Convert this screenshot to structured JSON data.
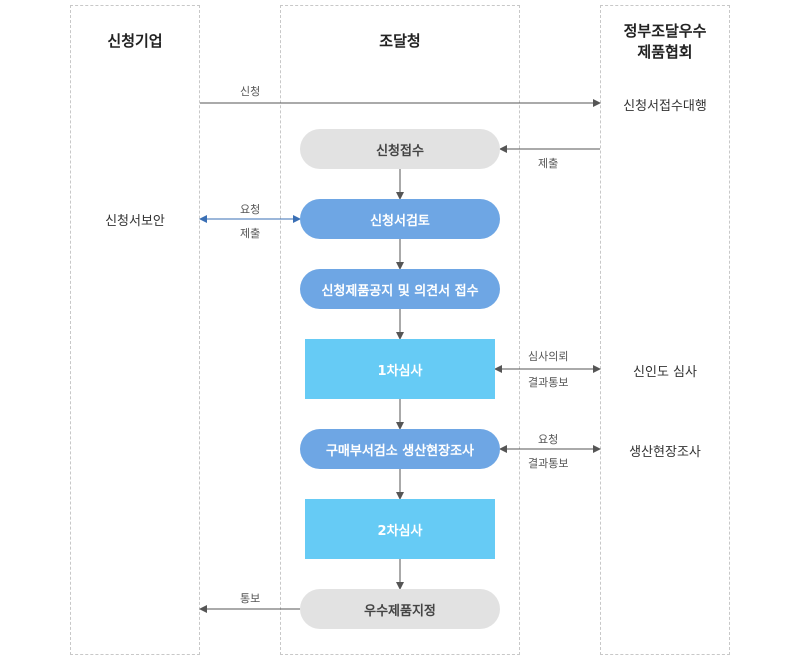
{
  "lanes": {
    "applicant": "신청기업",
    "agency": "조달청",
    "association_line1": "정부조달우수",
    "association_line2": "제품협회"
  },
  "nodes": {
    "receipt": "신청접수",
    "review": "신청서검토",
    "notice": "신청제품공지 및 의견서 접수",
    "first_exam": "1차심사",
    "inspection": "구매부서검소 생산현장조사",
    "second_exam": "2차심사",
    "designation": "우수제품지정"
  },
  "side_texts": {
    "supplement": "신청서보안",
    "proxy_receipt": "신청서접수대행",
    "reliability": "신인도 심사",
    "site_survey": "생산현장조사"
  },
  "labels": {
    "apply": "신청",
    "submit_top": "제출",
    "request_left": "요청",
    "submit_left": "제출",
    "exam_request": "심사의뢰",
    "result_notice_1": "결과통보",
    "request_right": "요청",
    "result_notice_2": "결과통보",
    "notify": "통보"
  },
  "colors": {
    "gray_node": "#e2e2e2",
    "blue_node": "#6ea6e4",
    "cyan_node": "#66cbf5",
    "arrow": "#555555",
    "blue_arrow": "#3a6fb5"
  }
}
